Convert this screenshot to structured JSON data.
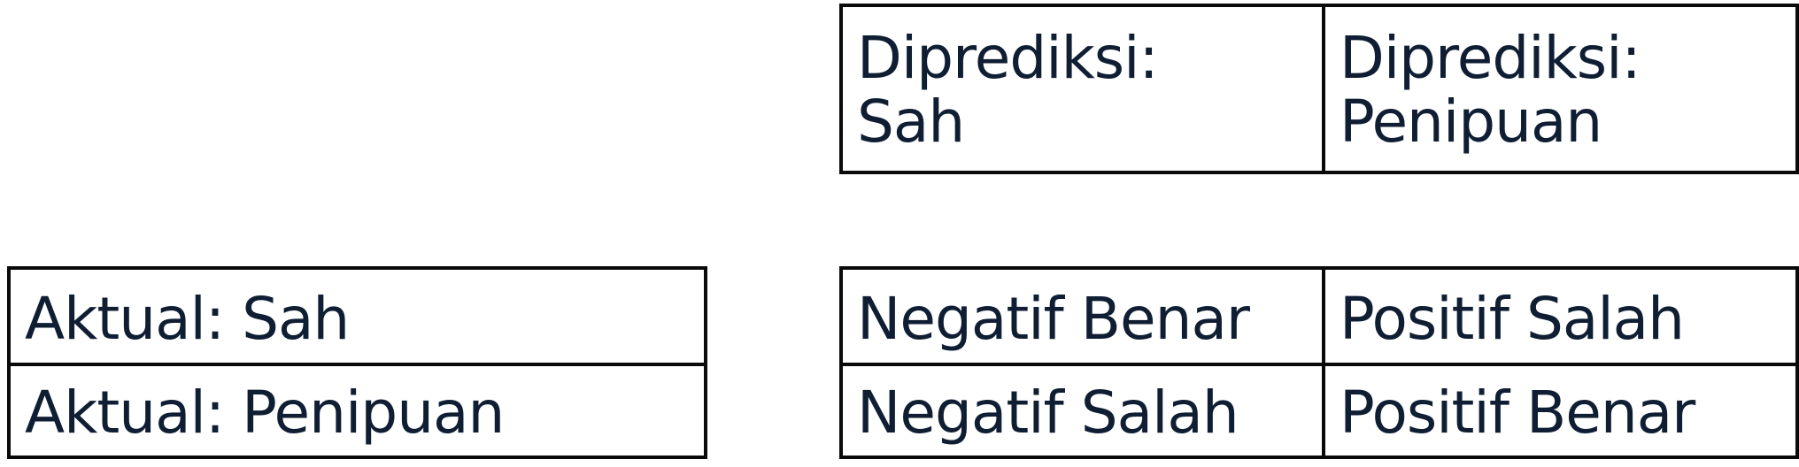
{
  "predicted_header": {
    "cols": [
      "Diprediksi:\nSah",
      "Diprediksi:\nPenipuan"
    ],
    "col0_line1": "Diprediksi:",
    "col0_line2": "Sah",
    "col1_line1": "Diprediksi:",
    "col1_line2": "Penipuan"
  },
  "actual_header": {
    "rows": [
      "Aktual: Sah",
      "Aktual: Penipuan"
    ]
  },
  "matrix": {
    "rows": [
      [
        "Negatif Benar",
        "Positif Salah"
      ],
      [
        "Negatif Salah",
        "Positif Benar"
      ]
    ]
  },
  "colors": {
    "border": "#0a0a0a",
    "text": "#0f1e33",
    "background": "#ffffff"
  }
}
